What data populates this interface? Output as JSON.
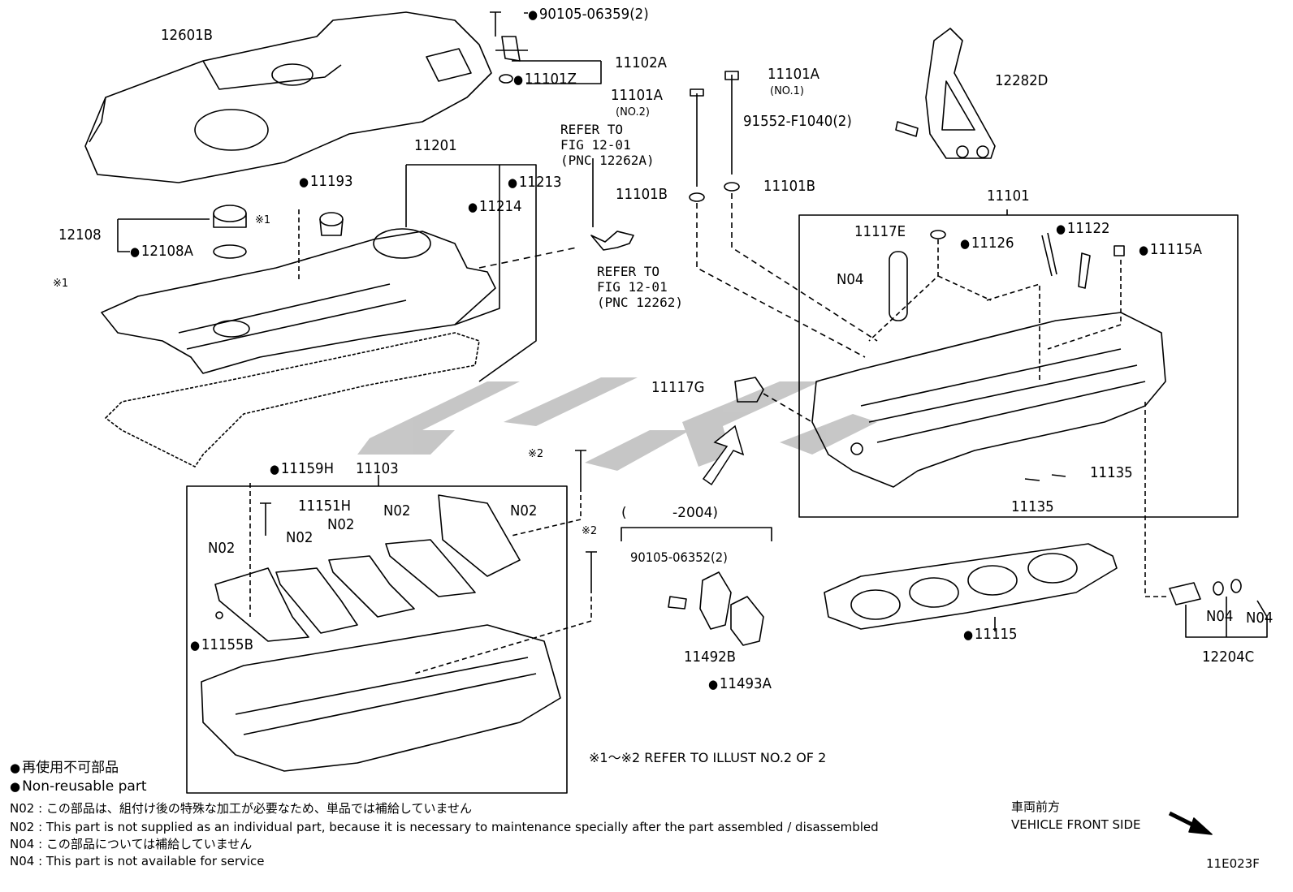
{
  "parts": {
    "p12601B": "12601B",
    "p90105_06359": "90105-06359(2)",
    "p11102A": "11102A",
    "p11101Z": "11101Z",
    "p11101A_no2": "11101A",
    "no2": "(NO.2)",
    "p11101A_no1": "11101A",
    "no1": "(NO.1)",
    "p12282D": "12282D",
    "p91552": "91552-F1040(2)",
    "p11201": "11201",
    "p11193": "11193",
    "p11213": "11213",
    "p11214": "11214",
    "p12108": "12108",
    "p12108A": "12108A",
    "mark1_top": "※1",
    "mark1_left": "※1",
    "p11101B_left": "11101B",
    "p11101B_right": "11101B",
    "p11101": "11101",
    "p11117E": "11117E",
    "p11126": "11126",
    "p11122": "11122",
    "p11115A": "11115A",
    "p_n04_head": "N04",
    "p11117G": "11117G",
    "p11135_a": "11135",
    "p11135_b": "11135",
    "p11159H": "11159H",
    "p11103": "11103",
    "mark2_a": "※2",
    "mark2_b": "※2",
    "p11151H": "11151H",
    "n02_a": "N02",
    "n02_b": "N02",
    "n02_c": "N02",
    "n02_d": "N02",
    "n02_e": "N02",
    "p11155B": "11155B",
    "p90105_06352": "90105-06352(2)",
    "p11492B": "11492B",
    "p11493A": "11493A",
    "p11115": "11115",
    "p_n04_a": "N04",
    "p_n04_b": "N04",
    "p12204C": "12204C",
    "year_open": "(",
    "year_range": "-2004)"
  },
  "refers": {
    "ref1": "REFER TO\nFIG 12-01\n(PNC 12262A)",
    "ref2": "REFER TO\nFIG 12-01\n(PNC 12262)"
  },
  "notes": {
    "illust_ref": "※1〜※2  REFER TO ILLUST NO.2 OF 2",
    "legend_jp": "再使用不可部品",
    "legend_en": "Non-reusable part",
    "n02_jp": "N02 : この部品は、組付け後の特殊な加工が必要なため、単品では補給していません",
    "n02_en": "N02 : This part is not supplied as an individual part, because it is necessary to maintenance specially after the part assembled / disassembled",
    "n04_jp": "N04 : この部品については補給していません",
    "n04_en": "N04 : This part is not available for service",
    "front_jp": "車両前方",
    "front_en": "VEHICLE FRONT SIDE",
    "fig_code": "11E023F"
  }
}
